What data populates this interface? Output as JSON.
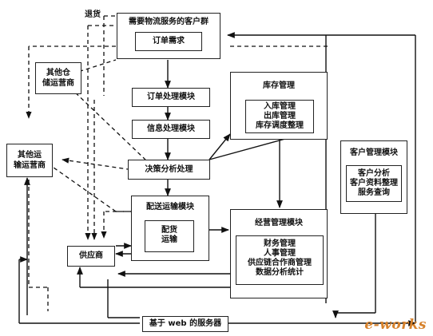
{
  "customer_group": {
    "title": "需要物流服务的客户群",
    "inner": "订单需求"
  },
  "return_label": "退货",
  "order_module": "订单处理模块",
  "info_module": "信息处理模块",
  "decision_module": "决策分析处理",
  "delivery_module": {
    "title": "配送运输模块",
    "inner_lines": [
      "配货",
      "运输"
    ]
  },
  "inventory": {
    "title": "库存管理",
    "lines": [
      "入库管理",
      "出库管理",
      "库存调度整理"
    ]
  },
  "operations": {
    "title": "经营管理模块",
    "lines": [
      "财务管理",
      "人事管理",
      "供应链合作商管理",
      "数据分析统计"
    ]
  },
  "customer_mgmt": {
    "title": "客户管理模块",
    "lines": [
      "客户分析",
      "客户资料整理",
      "服务查询"
    ]
  },
  "other_storage": [
    "其他仓",
    "储运营商"
  ],
  "other_transport": [
    "其他运",
    "输运营商"
  ],
  "supplier": "供应商",
  "web_server": "基于 web 的服务器",
  "watermark": "e-works"
}
